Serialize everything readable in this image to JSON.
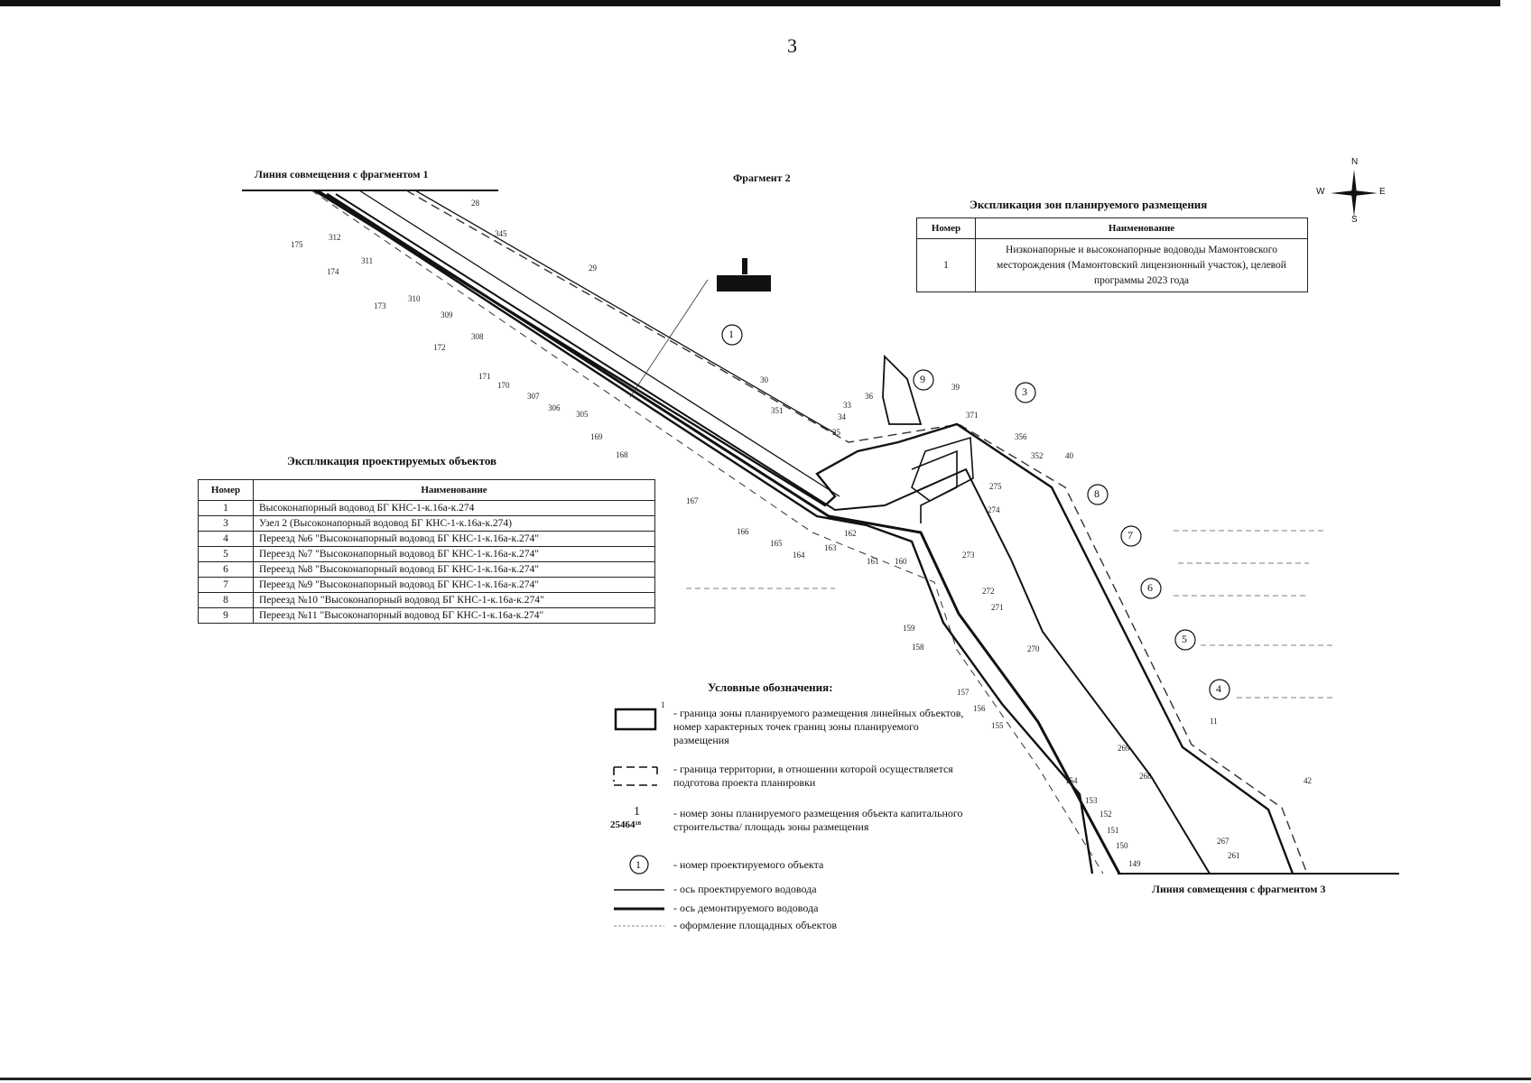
{
  "page_number": "3",
  "fragment_title": "Фрагмент 2",
  "join_line_top": "Линия совмещения с фрагментом 1",
  "join_line_bottom": "Линия совмещения с фрагментом 3",
  "compass": {
    "n": "N",
    "s": "S",
    "w": "W",
    "e": "E"
  },
  "zones_table": {
    "title": "Экспликация зон планируемого размещения",
    "col_num": "Номер",
    "col_name": "Наименование",
    "rows": [
      {
        "num": "1",
        "name": "Низконапорные и высоконапорные водоводы Мамонтовского месторождения (Мамонтовский лицензионный участок), целевой программы 2023 года"
      }
    ]
  },
  "objects_table": {
    "title": "Экспликация проектируемых объектов",
    "col_num": "Номер",
    "col_name": "Наименование",
    "rows": [
      {
        "num": "1",
        "name": "Высоконапорный водовод БГ КНС-1-к.16а-к.274"
      },
      {
        "num": "3",
        "name": "Узел 2 (Высоконапорный водовод БГ КНС-1-к.16а-к.274)"
      },
      {
        "num": "4",
        "name": "Переезд №6 \"Высоконапорный водовод БГ КНС-1-к.16а-к.274\""
      },
      {
        "num": "5",
        "name": "Переезд №7 \"Высоконапорный водовод БГ КНС-1-к.16а-к.274\""
      },
      {
        "num": "6",
        "name": "Переезд №8 \"Высоконапорный водовод БГ КНС-1-к.16а-к.274\""
      },
      {
        "num": "7",
        "name": "Переезд №9 \"Высоконапорный водовод БГ КНС-1-к.16а-к.274\""
      },
      {
        "num": "8",
        "name": "Переезд №10 \"Высоконапорный водовод БГ КНС-1-к.16а-к.274\""
      },
      {
        "num": "9",
        "name": "Переезд №11 \"Высоконапорный водовод БГ КНС-1-к.16а-к.274\""
      }
    ]
  },
  "legend": {
    "title": "Условные обозначения:",
    "zone_boundary_mark": "1",
    "zone_boundary": "- граница зоны планируемого размещения линейных объектов, номер характерных точек границ зоны планируемого размещения",
    "territory_boundary": "- граница территории, в отношении которой осуществляется подготова проекта планировки",
    "zone_number_mark": "1",
    "zone_area_mark": "25464¹⁸",
    "zone_number": "- номер зоны планируемого размещения объекта капитального строительства/ площадь зоны размещения",
    "object_number_mark": "1",
    "object_number": "- номер проектируемого объекта",
    "axis_designed": "- ось проектируемого водовода",
    "axis_demolished": "- ось демонтируемого водовода",
    "area_objects": "- оформление площадных объектов"
  },
  "map": {
    "object_markers": [
      "1",
      "9",
      "3",
      "8",
      "7",
      "6",
      "5",
      "4"
    ],
    "points": [
      "175",
      "312",
      "174",
      "311",
      "173",
      "310",
      "309",
      "172",
      "308",
      "171",
      "170",
      "307",
      "306",
      "305",
      "169",
      "168",
      "167",
      "166",
      "165",
      "164",
      "163",
      "162",
      "161",
      "160",
      "28",
      "345",
      "29",
      "30",
      "351",
      "33",
      "34",
      "35",
      "36",
      "39",
      "371",
      "356",
      "352",
      "40",
      "275",
      "274",
      "273",
      "272",
      "271",
      "270",
      "159",
      "158",
      "157",
      "156",
      "155",
      "154",
      "153",
      "152",
      "151",
      "150",
      "149",
      "269",
      "268",
      "267",
      "261",
      "42",
      "11"
    ]
  }
}
